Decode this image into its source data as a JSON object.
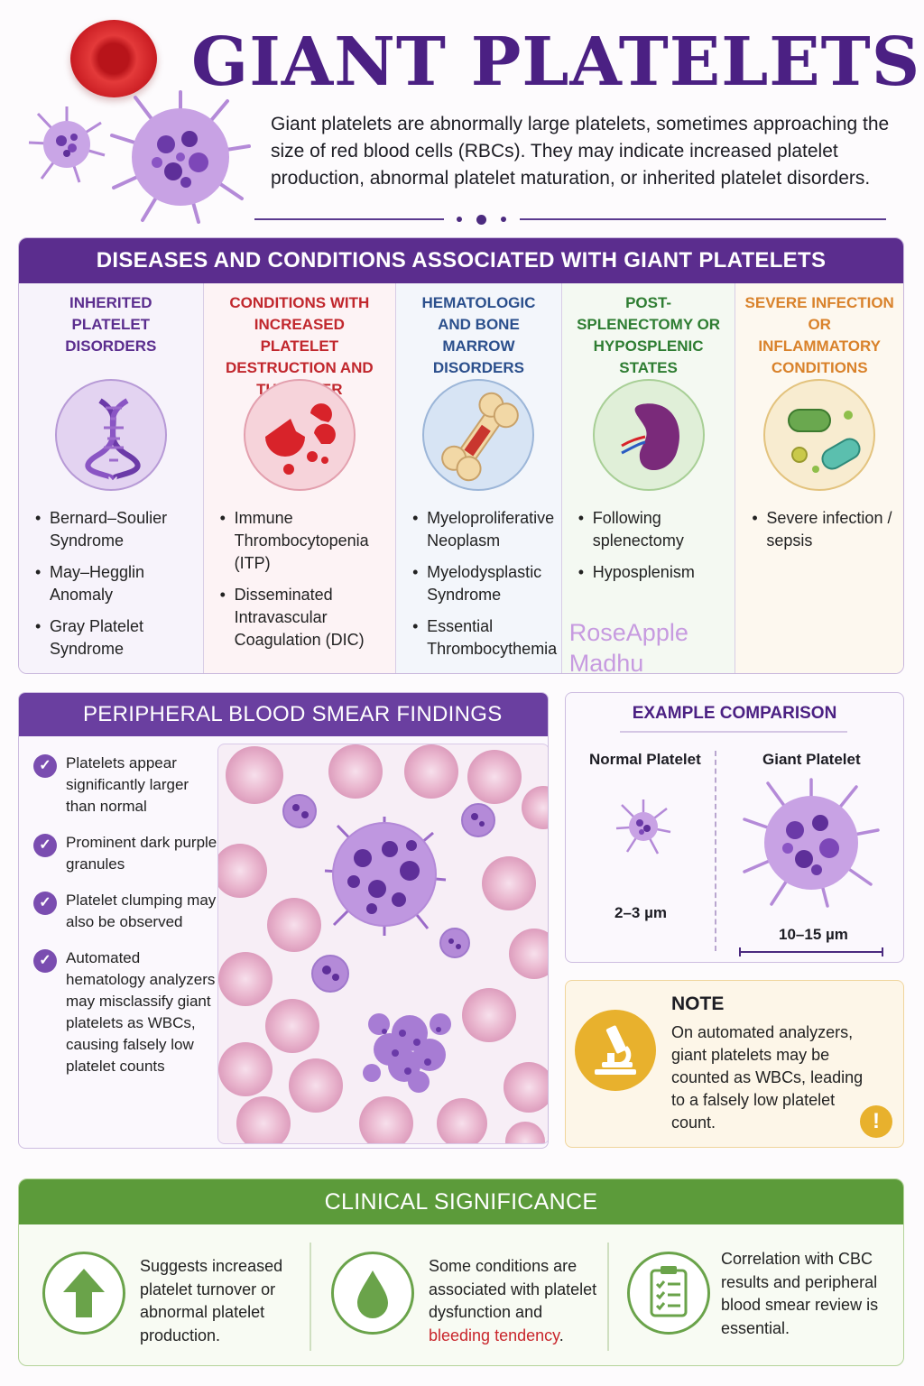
{
  "header": {
    "title": "GIANT PLATELETS",
    "intro": "Giant platelets are abnormally large platelets, sometimes approaching the size of red blood cells (RBCs). They may indicate increased platelet production, abnormal platelet maturation, or inherited platelet disorders."
  },
  "diseases": {
    "heading": "DISEASES AND CONDITIONS ASSOCIATED WITH GIANT PLATELETS",
    "columns": [
      {
        "title": "INHERITED PLATELET DISORDERS",
        "color": "#5b2d8e",
        "bg": "#f7f3fb",
        "icon": "dna-icon",
        "items": [
          "Bernard–Soulier Syndrome",
          "May–Hegglin Anomaly",
          "Gray Platelet Syndrome"
        ]
      },
      {
        "title": "CONDITIONS WITH INCREASED PLATELET DESTRUCTION AND TURNOVER",
        "color": "#c1272d",
        "bg": "#fdf3f5",
        "icon": "destroyed-cells-icon",
        "items": [
          "Immune Thrombocytopenia (ITP)",
          "Disseminated Intravascular Coagulation (DIC)"
        ]
      },
      {
        "title": "HEMATOLOGIC AND BONE MARROW DISORDERS",
        "color": "#2b4f8c",
        "bg": "#f3f6fb",
        "icon": "bone-icon",
        "items": [
          "Myeloproliferative Neoplasm",
          "Myelodysplastic Syndrome",
          "Essential Thrombocythemia"
        ]
      },
      {
        "title": "POST-SPLENECTOMY OR HYPOSPLENIC STATES",
        "color": "#2e7d32",
        "bg": "#f4f9f2",
        "icon": "spleen-icon",
        "items": [
          "Following splenectomy",
          "Hyposplenism"
        ]
      },
      {
        "title": "SEVERE INFECTION OR INFLAMMATORY CONDITIONS",
        "color": "#d9822b",
        "bg": "#fdf8ef",
        "icon": "bacteria-icon",
        "items": [
          "Severe infection / sepsis"
        ]
      }
    ],
    "watermark": "RoseApple Madhu"
  },
  "smear": {
    "heading": "PERIPHERAL BLOOD SMEAR FINDINGS",
    "items": [
      "Platelets appear significantly larger than normal",
      "Prominent dark purple granules",
      "Platelet clumping may also be observed",
      "Automated hematology analyzers may misclassify giant platelets as WBCs, causing falsely low platelet counts"
    ]
  },
  "comparison": {
    "title": "EXAMPLE COMPARISON",
    "normal_label": "Normal Platelet",
    "giant_label": "Giant Platelet",
    "normal_size": "2–3 µm",
    "giant_size": "10–15 µm"
  },
  "note": {
    "title": "NOTE",
    "text": "On automated analyzers, giant platelets may be counted as WBCs, leading to a falsely low platelet count.",
    "warn": "!"
  },
  "clinical": {
    "heading": "CLINICAL SIGNIFICANCE",
    "item1": "Suggests increased platelet turnover or abnormal platelet production.",
    "item2_prefix": "Some conditions are associated with platelet dysfunction and ",
    "item2_highlight": "bleeding tendency",
    "item2_suffix": ".",
    "item3": "Correlation with CBC results and peripheral blood smear review is essential."
  }
}
